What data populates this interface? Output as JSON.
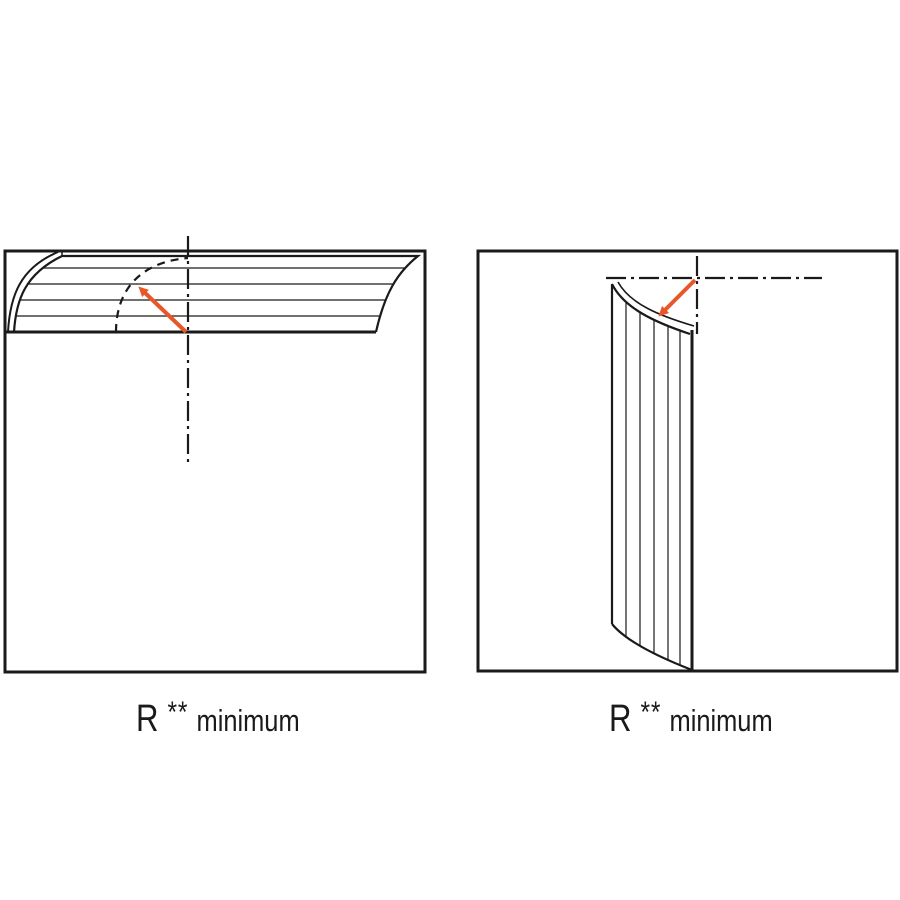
{
  "colors": {
    "line": "#1a1a1a",
    "arrow": "#e8572a",
    "background": "#ffffff"
  },
  "captions": [
    {
      "symbol": "R",
      "stars": "**",
      "word": "minimum"
    },
    {
      "symbol": "R",
      "stars": "**",
      "word": "minimum"
    }
  ]
}
